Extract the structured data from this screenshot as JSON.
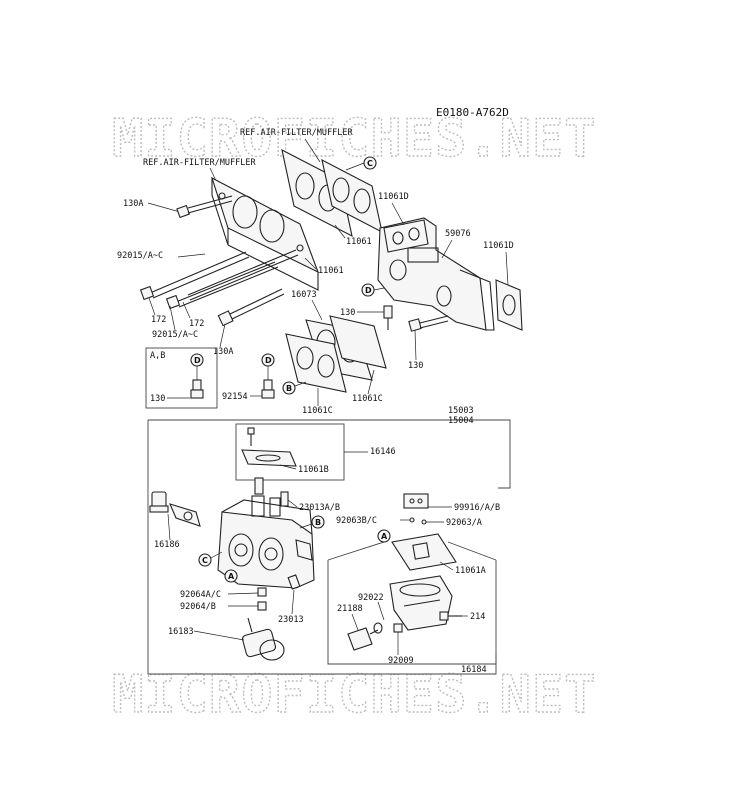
{
  "diagram_code": "E0180-A762D",
  "watermark": {
    "top": "MICROFICHES.NET",
    "bottom": "MICROFICHES.NET"
  },
  "refs": {
    "ref_air_filter_1": "REF.AIR-FILTER/MUFFLER",
    "ref_air_filter_2": "REF.AIR-FILTER/MUFFLER"
  },
  "callouts": {
    "c1": "C",
    "c2": "C",
    "d1": "D",
    "d2": "D",
    "d3": "D",
    "b1": "B",
    "b2": "B",
    "a1": "A",
    "a2": "A"
  },
  "labels": {
    "p130A_top": "130A",
    "p92015_a": "92015/A~C",
    "p172_a": "172",
    "p92015_b": "92015/A~C",
    "p172_b": "172",
    "p130A_mid": "130A",
    "p11061_a": "11061",
    "p11061_b": "11061",
    "p11061D_a": "11061D",
    "p59076": "59076",
    "p11061D_b": "11061D",
    "p16073": "16073",
    "p130_a": "130",
    "p130_b": "130",
    "p11061C_a": "11061C",
    "p11061C_b": "11061C",
    "ab_box_label": "A,B",
    "p130_box": "130",
    "p92154": "92154",
    "p15003": "15003",
    "p15004": "15004",
    "p16146": "16146",
    "p11061B": "11061B",
    "p23013AB": "23013A/B",
    "p99916": "99916/A/B",
    "p92063BC": "92063B/C",
    "p92063A": "92063/A",
    "p16186": "16186",
    "p11061A": "11061A",
    "p92064AC": "92064A/C",
    "p92064B": "92064/B",
    "p23013": "23013",
    "p92022": "92022",
    "p21188": "21188",
    "p214": "214",
    "p16183": "16183",
    "p92009": "92009",
    "p16184": "16184"
  }
}
